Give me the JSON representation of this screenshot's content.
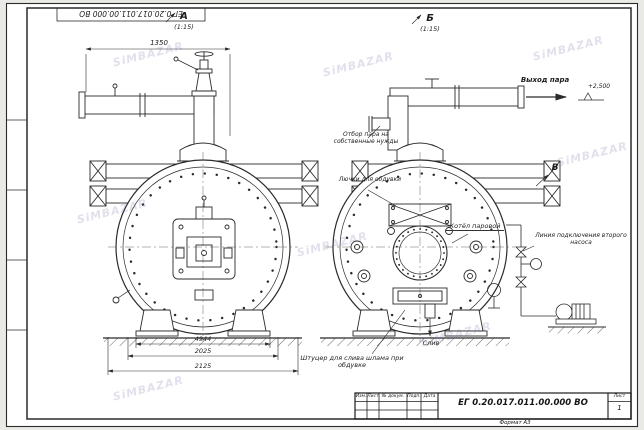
{
  "sheet": {
    "doc_number_top": "ЕГ 0.20.017.011.00.000 ВО",
    "format_label": "Формат А3"
  },
  "views": {
    "a_label": "А",
    "a_scale": "(1:15)",
    "b_label": "Б",
    "b_scale": "(1:15)",
    "v_label": "В"
  },
  "annotations": {
    "steam_outlet": "Выход пара",
    "elevation": "+2,500",
    "steam_takeoff": "Отбор пара на собственные нужды",
    "blowoff_hatches": "Лючки для обдувки",
    "boiler_name": "Котёл паровой",
    "second_pump_line": "Линия подключения второго насоса",
    "drain": "Слив",
    "sludge_fitting": "Штуцер для слива шлама при обдувке"
  },
  "dimensions": {
    "pipe_length": "1350",
    "dim_a": "4944",
    "dim_b": "2025",
    "dim_c": "2125"
  },
  "title_block": {
    "doc_number": "ЕГ 0.20.017.011.00.000 ВО",
    "col_izm": "Изм.",
    "col_list": "Лист",
    "col_doc": "№ докум.",
    "col_podp": "Подп.",
    "col_data": "Дата",
    "sheet_label": "Лист",
    "sheet_value": "1"
  },
  "watermark": {
    "text": "SiMBAZAR"
  }
}
